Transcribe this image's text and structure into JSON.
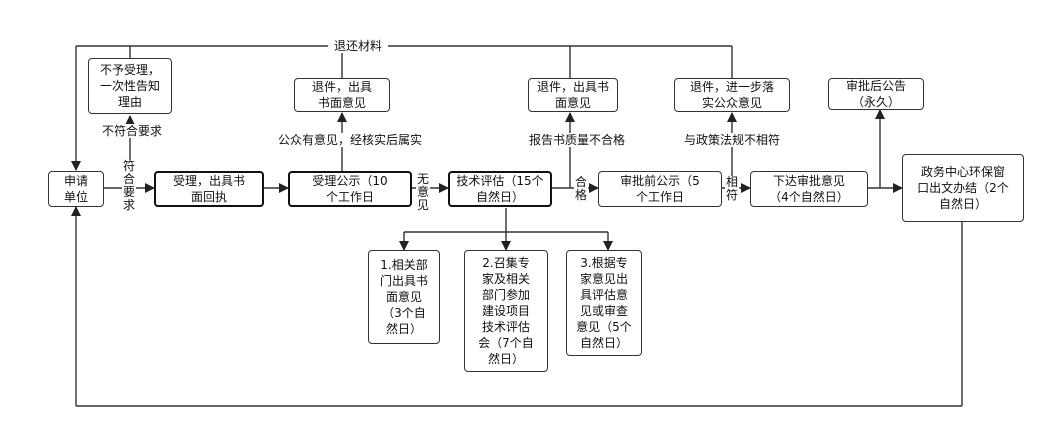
{
  "nodes": {
    "applicant": "申请\n单位",
    "accept": "受理，出具书\n面回执",
    "accept_publicity": "受理公示（10\n个工作日",
    "tech_eval": "技术评估（15个\n自然日）",
    "pre_approval_publicity": "审批前公示（5\n个工作日",
    "issue_opinion": "下达审批意见\n（4个自然日）",
    "gov_center": "政务中心环保窗\n口出文办结（2个\n自然日）",
    "reject_once": "不予受理，\n一次性告知\n理由",
    "return_1": "退件，出具\n书面意见",
    "return_2": "退件，出具书\n面意见",
    "return_3": "退件，进一步落\n实公众意见",
    "post_announce": "审批后公告\n（永久）",
    "sub_1": "1.相关部\n门出具书\n面意见\n（3个自\n然日）",
    "sub_2": "2.召集专\n家及相关\n部门参加\n建设项目\n技术评估\n会（7个自\n然日）",
    "sub_3": "3.根据专\n家意见出\n具评估意\n见或审查\n意见（5个\n自然日）"
  },
  "labels": {
    "return_materials": "退还材料",
    "not_meet": "不符合要求",
    "meet": "符\n合\n要\n求",
    "public_opinion": "公众有意见，经核实后属实",
    "no_opinion": "无\n意\n见",
    "report_fail": "报告书质量不合格",
    "qualified": "合\n格",
    "policy_mismatch": "与政策法规不相符",
    "consistent": "相\n符"
  }
}
